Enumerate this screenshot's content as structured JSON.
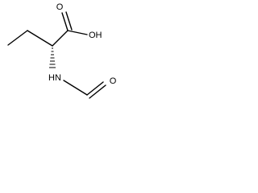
{
  "molecule": {
    "atoms": {
      "carbonyl_o": "O",
      "hydroxyl": "OH",
      "nitrogen": "HN",
      "formyl_o": "O"
    },
    "stereo_bond": "hashed-wedge"
  },
  "colors": {
    "bond": "#000000",
    "text": "#000000",
    "background": "#ffffff"
  }
}
